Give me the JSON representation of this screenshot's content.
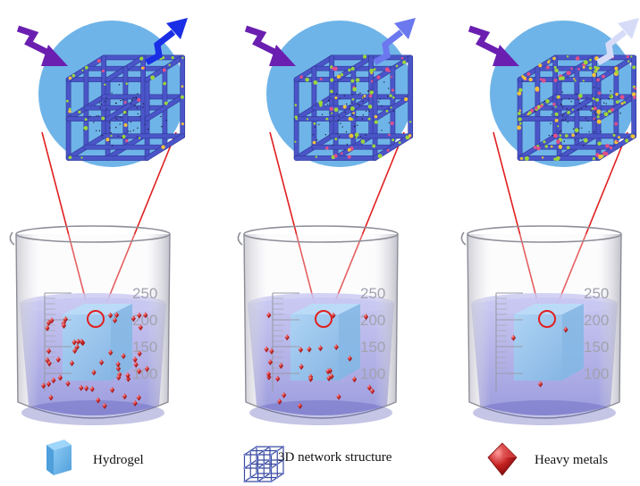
{
  "colors": {
    "lens": "#6fb4e8",
    "frame": "#4a55c8",
    "joint": "#9bd63b",
    "arrow_in": "#6a1fb0",
    "arrow_out": [
      "#1a2ee6",
      "#6c78ee",
      "#d6dcf8"
    ],
    "water": "#8f8fe0",
    "hydrogel": "#6fb8ee",
    "metal": "#b21818",
    "magnifier_line": "#e02020"
  },
  "beaker": {
    "scale_labels": [
      "250",
      "200",
      "150",
      "100"
    ]
  },
  "panels": [
    {
      "id": "before",
      "adsorption_level": 0.1,
      "outgoing_arrow_color": "#1a2ee6"
    },
    {
      "id": "during",
      "adsorption_level": 0.5,
      "outgoing_arrow_color": "#6c78ee"
    },
    {
      "id": "after",
      "adsorption_level": 0.95,
      "outgoing_arrow_color": "#d6dcf8"
    }
  ],
  "legend": {
    "hydrogel": "Hydrogel",
    "network": "3D network structure",
    "metals": "Heavy metals"
  }
}
